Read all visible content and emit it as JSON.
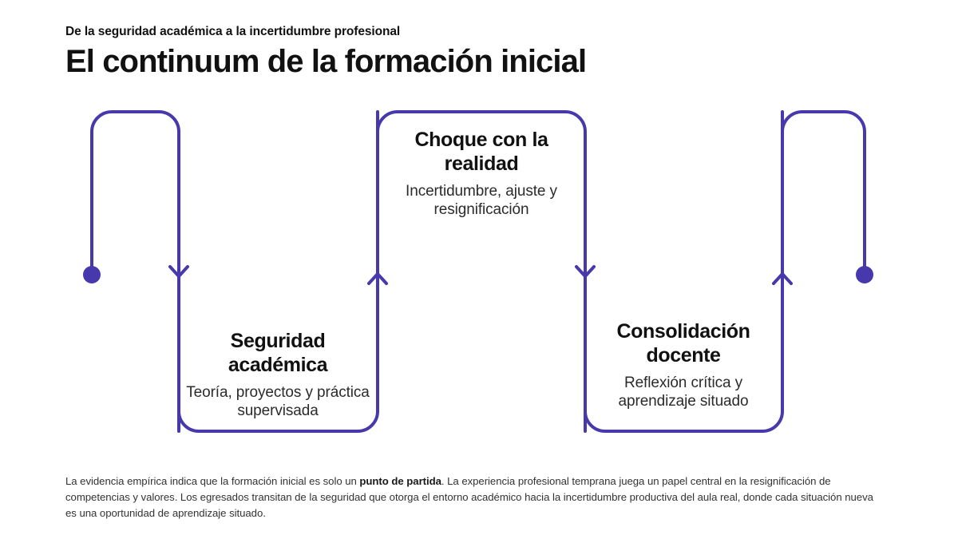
{
  "header": {
    "eyebrow": "De la seguridad académica a la incertidumbre profesional",
    "headline": "El continuum de la formación inicial"
  },
  "diagram": {
    "type": "serpentine-flow",
    "accent_color": "#4739ac",
    "line_width": 4,
    "start_marker": "filled-dot",
    "end_marker": "filled-dot",
    "direction_markers": [
      "arrow-down",
      "arrow-up",
      "arrow-down",
      "arrow-up"
    ],
    "stages": [
      {
        "id": "stage-1",
        "title": "Seguridad académica",
        "subtitle": "Teoría, proyectos y práctica supervisada"
      },
      {
        "id": "stage-2",
        "title": "Choque con la realidad",
        "subtitle": "Incertidumbre, ajuste y resignificación"
      },
      {
        "id": "stage-3",
        "title": "Consolidación docente",
        "subtitle": "Reflexión crítica y aprendizaje situado"
      }
    ]
  },
  "footnote": {
    "part1": "La evidencia empírica indica que la formación inicial es solo un ",
    "emphasis": "punto de partida",
    "part2": ". La experiencia profesional temprana juega un papel central en la resignificación de competencias y valores. Los egresados transitan de la seguridad que otorga el entorno académico hacia la incertidumbre productiva del aula real, donde cada situación nueva es una oportunidad de aprendizaje situado."
  }
}
